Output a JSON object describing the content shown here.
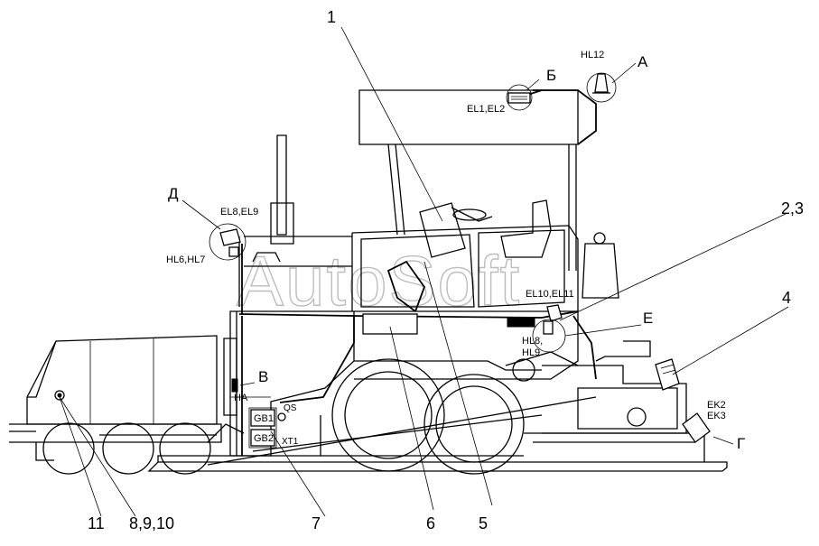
{
  "watermark": "AutoSoft",
  "callouts": {
    "n1": "1",
    "n23": "2,3",
    "n4": "4",
    "n5": "5",
    "n6": "6",
    "n7": "7",
    "n8910": "8,9,10",
    "n11": "11",
    "A": "А",
    "B_cyr": "Б",
    "V": "В",
    "G": "Г",
    "D": "Д",
    "E": "Е"
  },
  "labels": {
    "hl12": "HL12",
    "el12": "EL1,EL2",
    "el89": "EL8,EL9",
    "hl67": "HL6,HL7",
    "el1011": "EL10,EL11",
    "hl8": "HL8,",
    "hl9": "HL9",
    "ha": "HA",
    "qs": "QS",
    "gb1": "GB1",
    "gb2": "GB2",
    "xt1": "XT1",
    "ek2": "EK2",
    "ek3": "EK3"
  }
}
